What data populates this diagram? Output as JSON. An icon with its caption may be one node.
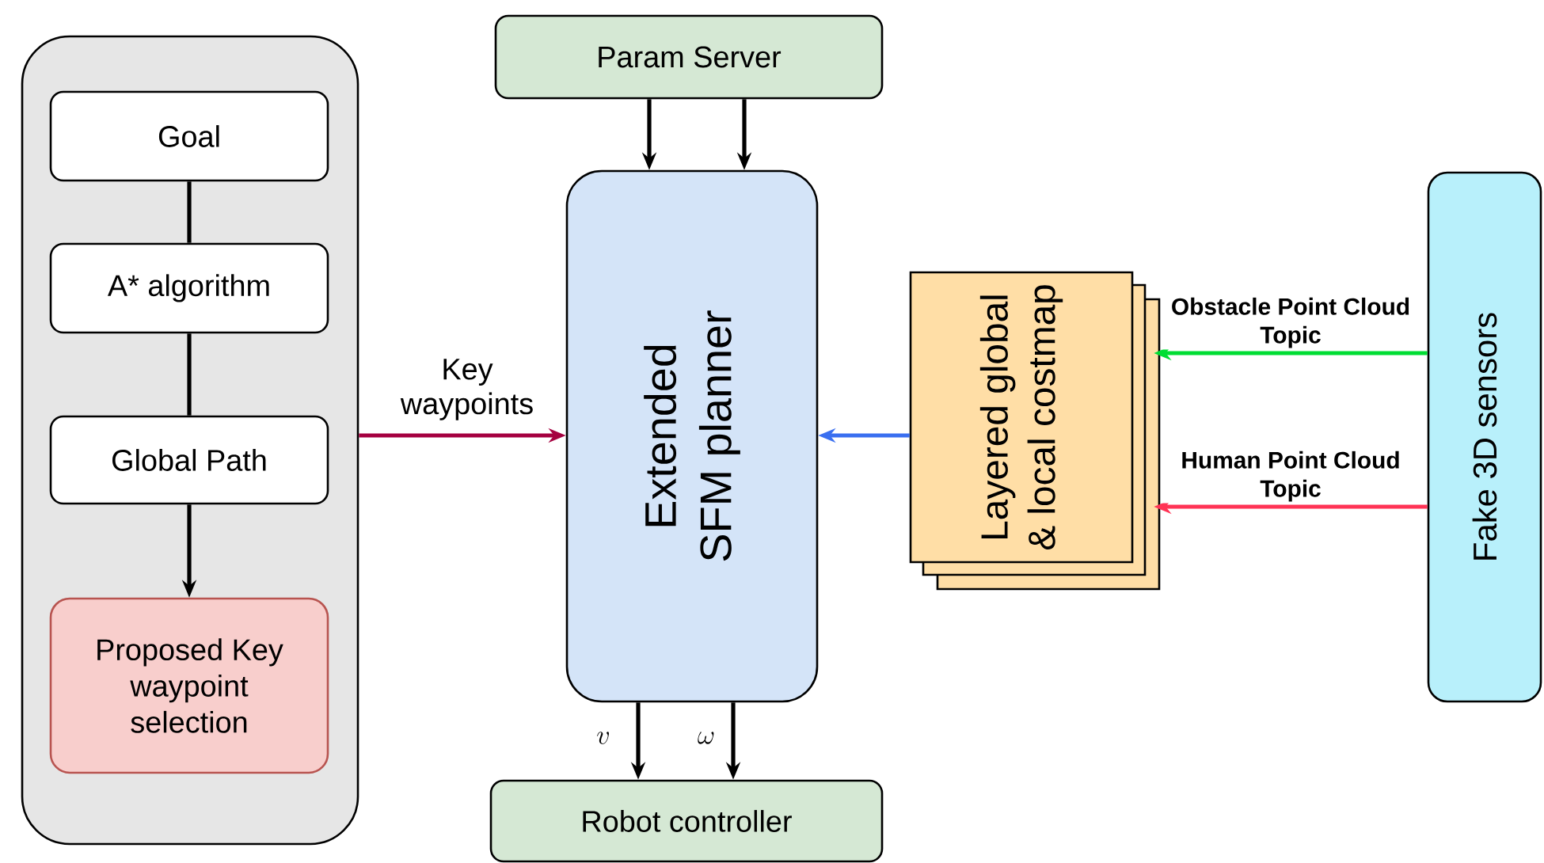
{
  "diagram": {
    "nodes": [
      {
        "text": [],
        "shape": "box"
      },
      {
        "text": [
          "Goal"
        ],
        "in": 0
      },
      {
        "text": [
          "A* algorithm"
        ],
        "in": 0
      },
      {
        "text": [
          "Global Path"
        ],
        "in": 0
      },
      {
        "text": [
          "Proposed Key waypoint selection"
        ],
        "in": 0
      },
      {
        "text": [
          "Param Server"
        ]
      },
      {
        "text": [
          "Extended SFM planner"
        ]
      },
      {
        "text": [
          "Robot controller"
        ]
      },
      {
        "text": [
          "Layered global & local costmap"
        ]
      },
      {
        "text": [
          "Fake 3D sensors"
        ]
      }
    ],
    "edges": [
      {
        "from": 1,
        "to": 2,
        "arrow": "none"
      },
      {
        "from": 2,
        "to": 3,
        "arrow": "none"
      },
      {
        "from": 3,
        "to": 4,
        "arrow": "to"
      },
      {
        "from": 0,
        "to": 6,
        "arrow": "to",
        "label": "Key waypoints",
        "color": "#a50040"
      },
      {
        "from": 5,
        "to": 6,
        "arrow": "to"
      },
      {
        "from": 5,
        "to": 6,
        "arrow": "to"
      },
      {
        "from": 6,
        "to": 7,
        "arrow": "to",
        "label": "v"
      },
      {
        "from": 6,
        "to": 7,
        "arrow": "to",
        "label": "\\omega"
      },
      {
        "from": 8,
        "to": 6,
        "arrow": "to",
        "color": "#3a6ff0"
      },
      {
        "from": 9,
        "to": 8,
        "arrow": "to",
        "label": "Obstacle Point Cloud Topic",
        "color": "#00dd33"
      },
      {
        "from": 9,
        "to": 8,
        "arrow": "to",
        "label": "Human Point Cloud Topic",
        "color": "#ff3355"
      }
    ]
  }
}
